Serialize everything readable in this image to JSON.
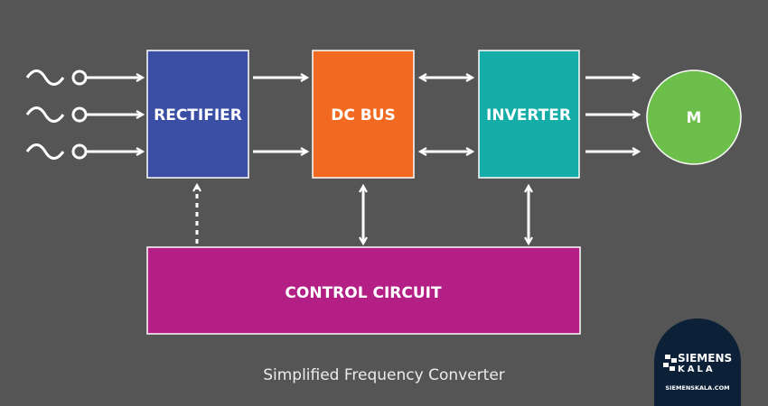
{
  "blocks": {
    "rectifier": {
      "label": "RECTIFIER",
      "color": "#3a4fa3"
    },
    "dc_bus": {
      "label": "DC BUS",
      "color": "#f26a21"
    },
    "inverter": {
      "label": "INVERTER",
      "color": "#14ada7"
    },
    "motor": {
      "label": "M",
      "color": "#6dbf4b"
    },
    "control": {
      "label": "CONTROL CIRCUIT",
      "color": "#b31f84"
    }
  },
  "caption": "Simplified Frequency Converter",
  "logo": {
    "line1": "SIEMENS",
    "line2": "KALA",
    "url": "SIEMENSKALA.COM"
  },
  "colors": {
    "background": "#555556",
    "arrow": "#ffffff",
    "block_border": "#ffffff"
  }
}
